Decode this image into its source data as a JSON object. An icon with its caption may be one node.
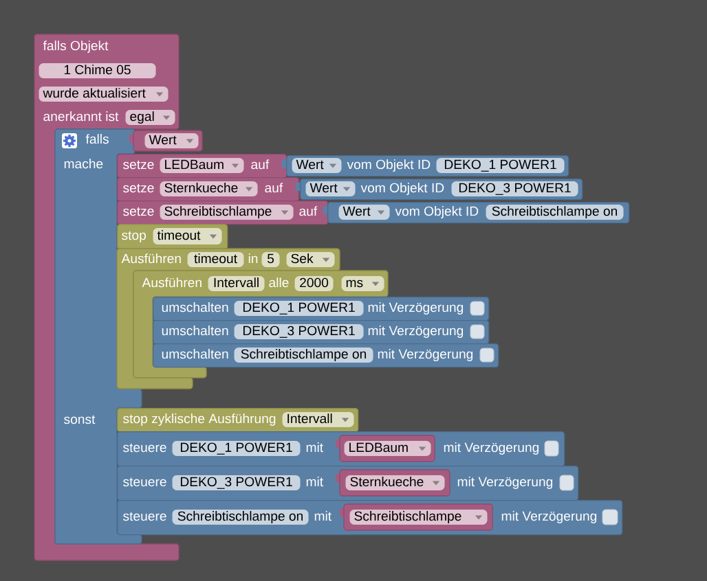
{
  "diagram": {
    "nodes": [
      {
        "text": [
          "falls Objekt",
          "anerkannt ist"
        ]
      },
      {
        "text": [
          "1 Chime 05"
        ],
        "in": 0
      },
      {
        "text": [
          "wurde aktualisiert"
        ],
        "in": 0
      },
      {
        "text": [
          "egal"
        ],
        "in": 0
      },
      {
        "text": [
          "falls",
          "mache",
          "sonst"
        ],
        "in": 0
      },
      {
        "text": [
          "Wert"
        ]
      },
      {
        "text": [
          "setze",
          "auf"
        ]
      },
      {
        "text": [
          "LEDBaum"
        ],
        "in": 6
      },
      {
        "text": [
          "vom Objekt ID"
        ]
      },
      {
        "text": [
          "Wert"
        ],
        "in": 8
      },
      {
        "text": [
          "DEKO_1 POWER1"
        ],
        "in": 8
      },
      {
        "text": [
          "setze",
          "auf"
        ]
      },
      {
        "text": [
          "Sternkueche"
        ],
        "in": 11
      },
      {
        "text": [
          "vom Objekt ID"
        ]
      },
      {
        "text": [
          "Wert"
        ],
        "in": 13
      },
      {
        "text": [
          "DEKO_3 POWER1"
        ],
        "in": 13
      },
      {
        "text": [
          "setze",
          "auf"
        ]
      },
      {
        "text": [
          "Schreibtischlampe"
        ],
        "in": 16
      },
      {
        "text": [
          "vom Objekt ID"
        ]
      },
      {
        "text": [
          "Wert"
        ],
        "in": 18
      },
      {
        "text": [
          "Schreibtischlampe on"
        ],
        "in": 18
      },
      {
        "text": [
          "stop"
        ]
      },
      {
        "text": [
          "timeout"
        ],
        "in": 21
      },
      {
        "text": [
          "Ausführen",
          "in"
        ]
      },
      {
        "text": [
          "timeout"
        ],
        "in": 23
      },
      {
        "text": [
          "5"
        ],
        "in": 23
      },
      {
        "text": [
          "Sek"
        ],
        "in": 23
      },
      {
        "text": [
          "Ausführen",
          "alle"
        ]
      },
      {
        "text": [
          "Intervall"
        ],
        "in": 27
      },
      {
        "text": [
          "2000"
        ],
        "in": 27
      },
      {
        "text": [
          "ms"
        ],
        "in": 27
      },
      {
        "text": [
          "umschalten",
          "mit Verzögerung"
        ]
      },
      {
        "text": [
          "DEKO_1 POWER1"
        ],
        "in": 31
      },
      {
        "text": [
          "umschalten",
          "mit Verzögerung"
        ]
      },
      {
        "text": [
          "DEKO_3 POWER1"
        ],
        "in": 33
      },
      {
        "text": [
          "umschalten",
          "mit Verzögerung"
        ]
      },
      {
        "text": [
          "Schreibtischlampe on"
        ],
        "in": 35
      },
      {
        "text": [
          "stop zyklische Ausführung"
        ]
      },
      {
        "text": [
          "Intervall"
        ],
        "in": 37
      },
      {
        "text": [
          "steuere",
          "mit",
          "mit Verzögerung"
        ]
      },
      {
        "text": [
          "DEKO_1 POWER1"
        ],
        "in": 39
      },
      {
        "text": [
          "LEDBaum"
        ],
        "in": 39
      },
      {
        "text": [
          "steuere",
          "mit",
          "mit Verzögerung"
        ]
      },
      {
        "text": [
          "DEKO_3 POWER1"
        ],
        "in": 42
      },
      {
        "text": [
          "Sternkueche"
        ],
        "in": 42
      },
      {
        "text": [
          "steuere",
          "mit",
          "mit Verzögerung"
        ]
      },
      {
        "text": [
          "Schreibtischlampe on"
        ],
        "in": 45
      },
      {
        "text": [
          "Schreibtischlampe"
        ],
        "in": 45
      }
    ]
  }
}
